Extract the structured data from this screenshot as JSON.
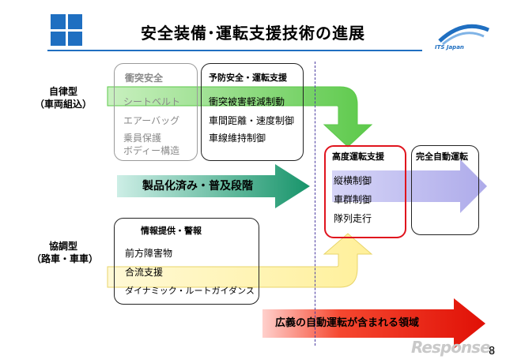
{
  "title": "安全装備･運転支援技術の進展",
  "brand": "ITS Japan",
  "page_number": "8",
  "watermark": "Response.",
  "autonomous": {
    "label_line1": "自律型",
    "label_line2": "（車両組込）",
    "collision_safety": {
      "header": "衝突安全",
      "items": [
        "シートベルト",
        "エアーバッグ",
        "乗員保護",
        "ボディー構造"
      ]
    },
    "preventive_safety": {
      "header": "予防安全・運転支援",
      "items": [
        "衝突被害軽減制動",
        "車間距離・速度制御",
        "車線維持制御"
      ]
    }
  },
  "commercialization_label": "製品化済み・普及段階",
  "cooperative": {
    "label_line1": "協調型",
    "label_line2": "（路車・車車）",
    "header": "情報提供・警報",
    "items": [
      "前方障害物",
      "合流支援",
      "ダイナミック・ルートガイダンス"
    ]
  },
  "advanced_support": {
    "header": "高度運転支援",
    "items": [
      "縦横制御",
      "車群制御",
      "隊列走行"
    ]
  },
  "full_automation": {
    "header": "完全自動運転"
  },
  "broad_auto_label": "広義の自動運転が含まれる領域",
  "colors": {
    "accent_blue": "#1f6fc1",
    "green_arrow": "#7fdc6a",
    "teal_arrow": "#2fae86",
    "yellow_arrow": "#fff3a8",
    "red_arrow": "#e8120c",
    "purple_arrow": "#b9b7f0",
    "red_box": "#e0141e"
  }
}
